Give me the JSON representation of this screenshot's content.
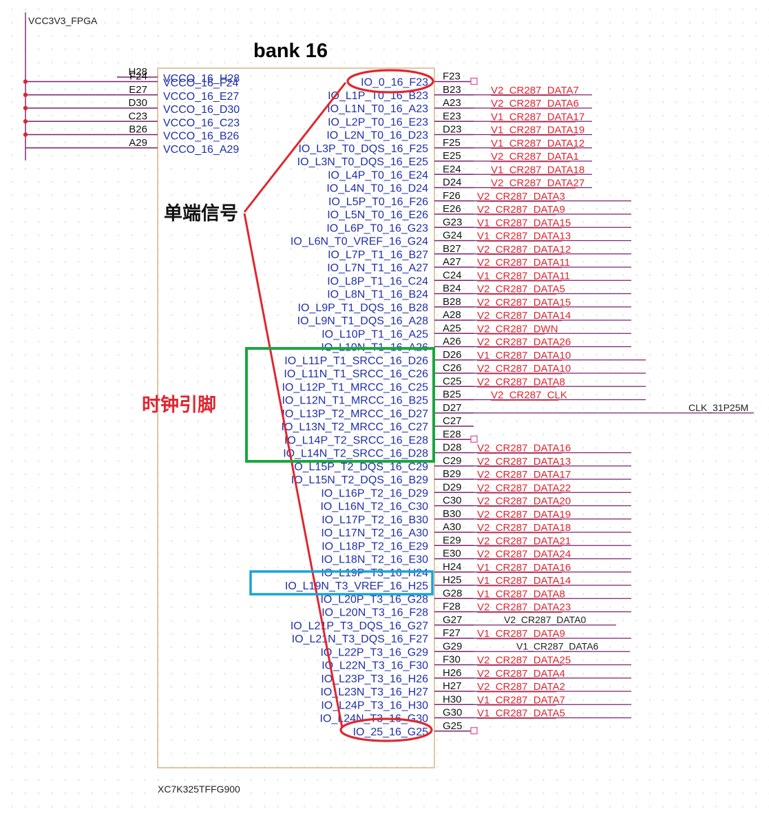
{
  "power_net": "VCC3V3_FPGA",
  "bank_title": "bank 16",
  "part_number": "XC7K325TFFG900",
  "annotations": {
    "single_ended": "单端信号",
    "clock_pins": "时钟引脚"
  },
  "colors": {
    "body_border": "#d9b98c",
    "pin_line": "#7a1f6e",
    "pin_name": "#1f2fa8",
    "net_red": "#e0262f",
    "net_black": "#222222",
    "highlight_red": "#e0262f",
    "highlight_green": "#1aa640",
    "highlight_blue": "#19a3d8",
    "junction": "#e0262f",
    "nc_marker": "#d9489a"
  },
  "vcco_pins": [
    {
      "pin": "H28",
      "name": "VCCO_16_H28"
    },
    {
      "pin": "F24",
      "name": "VCCO_16_F24"
    },
    {
      "pin": "E27",
      "name": "VCCO_16_E27"
    },
    {
      "pin": "D30",
      "name": "VCCO_16_D30"
    },
    {
      "pin": "C23",
      "name": "VCCO_16_C23"
    },
    {
      "pin": "B26",
      "name": "VCCO_16_B26"
    },
    {
      "pin": "A29",
      "name": "VCCO_16_A29"
    }
  ],
  "io_pins": [
    {
      "pin": "F23",
      "name": "IO_0_16_F23",
      "net": "",
      "style": "nc"
    },
    {
      "pin": "B23",
      "name": "IO_L1P_T0_16_B23",
      "net": "V2_CR287_DATA7",
      "style": "red"
    },
    {
      "pin": "A23",
      "name": "IO_L1N_T0_16_A23",
      "net": "V2_CR287_DATA6",
      "style": "red"
    },
    {
      "pin": "E23",
      "name": "IO_L2P_T0_16_E23",
      "net": "V1_CR287_DATA17",
      "style": "red"
    },
    {
      "pin": "D23",
      "name": "IO_L2N_T0_16_D23",
      "net": "V1_CR287_DATA19",
      "style": "red"
    },
    {
      "pin": "F25",
      "name": "IO_L3P_T0_DQS_16_F25",
      "net": "V1_CR287_DATA12",
      "style": "red"
    },
    {
      "pin": "E25",
      "name": "IO_L3N_T0_DQS_16_E25",
      "net": "V2_CR287_DATA1",
      "style": "red"
    },
    {
      "pin": "E24",
      "name": "IO_L4P_T0_16_E24",
      "net": "V1_CR287_DATA18",
      "style": "red"
    },
    {
      "pin": "D24",
      "name": "IO_L4N_T0_16_D24",
      "net": "V2_CR287_DATA27",
      "style": "red"
    },
    {
      "pin": "F26",
      "name": "IO_L5P_T0_16_F26",
      "net": "V2_CR287_DATA3",
      "style": "red"
    },
    {
      "pin": "E26",
      "name": "IO_L5N_T0_16_E26",
      "net": "V2_CR287_DATA9",
      "style": "red"
    },
    {
      "pin": "G23",
      "name": "IO_L6P_T0_16_G23",
      "net": "V1_CR287_DATA15",
      "style": "red"
    },
    {
      "pin": "G24",
      "name": "IO_L6N_T0_VREF_16_G24",
      "net": "V1_CR287_DATA13",
      "style": "red"
    },
    {
      "pin": "B27",
      "name": "IO_L7P_T1_16_B27",
      "net": "V2_CR287_DATA12",
      "style": "red"
    },
    {
      "pin": "A27",
      "name": "IO_L7N_T1_16_A27",
      "net": "V2_CR287_DATA11",
      "style": "red"
    },
    {
      "pin": "C24",
      "name": "IO_L8P_T1_16_C24",
      "net": "V1_CR287_DATA11",
      "style": "red"
    },
    {
      "pin": "B24",
      "name": "IO_L8N_T1_16_B24",
      "net": "V2_CR287_DATA5",
      "style": "red"
    },
    {
      "pin": "B28",
      "name": "IO_L9P_T1_DQS_16_B28",
      "net": "V2_CR287_DATA15",
      "style": "red"
    },
    {
      "pin": "A28",
      "name": "IO_L9N_T1_DQS_16_A28",
      "net": "V2_CR287_DATA14",
      "style": "red"
    },
    {
      "pin": "A25",
      "name": "IO_L10P_T1_16_A25",
      "net": "V2_CR287_DWN",
      "style": "red"
    },
    {
      "pin": "A26",
      "name": "IO_L10N_T1_16_A26",
      "net": "V2_CR287_DATA26",
      "style": "red"
    },
    {
      "pin": "D26",
      "name": "IO_L11P_T1_SRCC_16_D26",
      "net": "V1_CR287_DATA10",
      "style": "red"
    },
    {
      "pin": "C26",
      "name": "IO_L11N_T1_SRCC_16_C26",
      "net": "V2_CR287_DATA10",
      "style": "red"
    },
    {
      "pin": "C25",
      "name": "IO_L12P_T1_MRCC_16_C25",
      "net": "V2_CR287_DATA8",
      "style": "red"
    },
    {
      "pin": "B25",
      "name": "IO_L12N_T1_MRCC_16_B25",
      "net": "V2_CR287_CLK",
      "style": "red"
    },
    {
      "pin": "D27",
      "name": "IO_L13P_T2_MRCC_16_D27",
      "net": "CLK_31P25M",
      "style": "black"
    },
    {
      "pin": "C27",
      "name": "IO_L13N_T2_MRCC_16_C27",
      "net": "",
      "style": "none"
    },
    {
      "pin": "E28",
      "name": "IO_L14P_T2_SRCC_16_E28",
      "net": "",
      "style": "nc"
    },
    {
      "pin": "D28",
      "name": "IO_L14N_T2_SRCC_16_D28",
      "net": "V2_CR287_DATA16",
      "style": "red"
    },
    {
      "pin": "C29",
      "name": "IO_L15P_T2_DQS_16_C29",
      "net": "V2_CR287_DATA13",
      "style": "red"
    },
    {
      "pin": "B29",
      "name": "IO_L15N_T2_DQS_16_B29",
      "net": "V2_CR287_DATA17",
      "style": "red"
    },
    {
      "pin": "D29",
      "name": "IO_L16P_T2_16_D29",
      "net": "V2_CR287_DATA22",
      "style": "red"
    },
    {
      "pin": "C30",
      "name": "IO_L16N_T2_16_C30",
      "net": "V2_CR287_DATA20",
      "style": "red"
    },
    {
      "pin": "B30",
      "name": "IO_L17P_T2_16_B30",
      "net": "V2_CR287_DATA19",
      "style": "red"
    },
    {
      "pin": "A30",
      "name": "IO_L17N_T2_16_A30",
      "net": "V2_CR287_DATA18",
      "style": "red"
    },
    {
      "pin": "E29",
      "name": "IO_L18P_T2_16_E29",
      "net": "V2_CR287_DATA21",
      "style": "red"
    },
    {
      "pin": "E30",
      "name": "IO_L18N_T2_16_E30",
      "net": "V2_CR287_DATA24",
      "style": "red"
    },
    {
      "pin": "H24",
      "name": "IO_L19P_T3_16_H24",
      "net": "V1_CR287_DATA16",
      "style": "red"
    },
    {
      "pin": "H25",
      "name": "IO_L19N_T3_VREF_16_H25",
      "net": "V1_CR287_DATA14",
      "style": "red"
    },
    {
      "pin": "G28",
      "name": "IO_L20P_T3_16_G28",
      "net": "V1_CR287_DATA8",
      "style": "red"
    },
    {
      "pin": "F28",
      "name": "IO_L20N_T3_16_F28",
      "net": "V2_CR287_DATA23",
      "style": "red"
    },
    {
      "pin": "G27",
      "name": "IO_L21P_T3_DQS_16_G27",
      "net": "V2_CR287_DATA0",
      "style": "black"
    },
    {
      "pin": "F27",
      "name": "IO_L21N_T3_DQS_16_F27",
      "net": "V1_CR287_DATA9",
      "style": "red"
    },
    {
      "pin": "G29",
      "name": "IO_L22P_T3_16_G29",
      "net": "V1_CR287_DATA6",
      "style": "black"
    },
    {
      "pin": "F30",
      "name": "IO_L22N_T3_16_F30",
      "net": "V2_CR287_DATA25",
      "style": "red"
    },
    {
      "pin": "H26",
      "name": "IO_L23P_T3_16_H26",
      "net": "V2_CR287_DATA4",
      "style": "red"
    },
    {
      "pin": "H27",
      "name": "IO_L23N_T3_16_H27",
      "net": "V2_CR287_DATA2",
      "style": "red"
    },
    {
      "pin": "H30",
      "name": "IO_L24P_T3_16_H30",
      "net": "V1_CR287_DATA7",
      "style": "red"
    },
    {
      "pin": "G30",
      "name": "IO_L24N_T3_16_G30",
      "net": "V1_CR287_DATA5",
      "style": "red"
    },
    {
      "pin": "G25",
      "name": "IO_25_16_G25",
      "net": "",
      "style": "nc"
    }
  ]
}
